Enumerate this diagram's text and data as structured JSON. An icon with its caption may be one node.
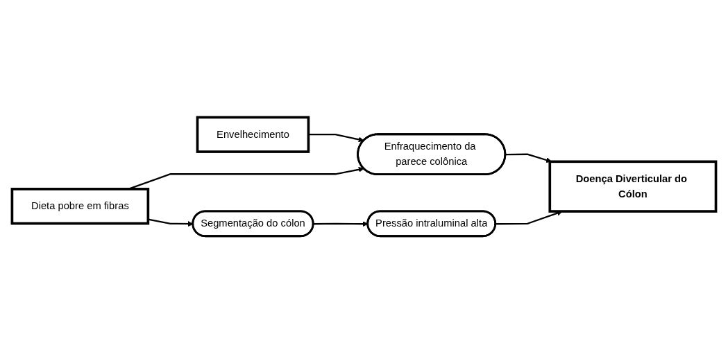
{
  "diagram": {
    "nodes": [
      {
        "text": [
          "Envelhecimento"
        ]
      },
      {
        "text": [
          "Enfraquecimento da parece colônica"
        ]
      },
      {
        "text": [
          "Doença Diverticular do Cólon"
        ]
      },
      {
        "text": [
          "Dieta pobre em fibras"
        ]
      },
      {
        "text": [
          "Segmentação do cólon"
        ]
      },
      {
        "text": [
          "Pressão intraluminal alta"
        ]
      }
    ],
    "edges": [
      {
        "from": 0,
        "to": 1,
        "arrow": "to"
      },
      {
        "from": 3,
        "to": 1,
        "arrow": "to"
      },
      {
        "from": 1,
        "to": 2,
        "arrow": "to"
      },
      {
        "from": 3,
        "to": 4,
        "arrow": "to"
      },
      {
        "from": 4,
        "to": 5,
        "arrow": "to"
      },
      {
        "from": 5,
        "to": 2,
        "arrow": "to"
      }
    ]
  }
}
